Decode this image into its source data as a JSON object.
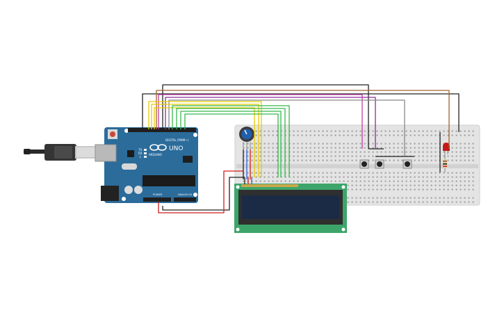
{
  "board": {
    "logo_text": "UNO",
    "brand_text": "ARDUINO",
    "digital_label": "DIGITAL (PWM~)",
    "power_label": "POWER",
    "analog_label": "ANALOG IN",
    "tx_label": "TX",
    "rx_label": "RX",
    "l_label": "L"
  },
  "colors": {
    "board": "#2b6c9b",
    "breadboard": "#e4e4e4",
    "lcd_pcb": "#3da56a",
    "lcd_screen": "#1c2b45",
    "wire_yellow": "#e8cc00",
    "wire_green": "#35b84a",
    "wire_black": "#222222",
    "wire_purple": "#8e2a9c",
    "wire_magenta": "#c23aa6",
    "wire_brown": "#a0642a",
    "wire_red": "#d01c1c",
    "wire_gray": "#888888",
    "wire_blue": "#2f5fd6",
    "led": "#c81818"
  }
}
